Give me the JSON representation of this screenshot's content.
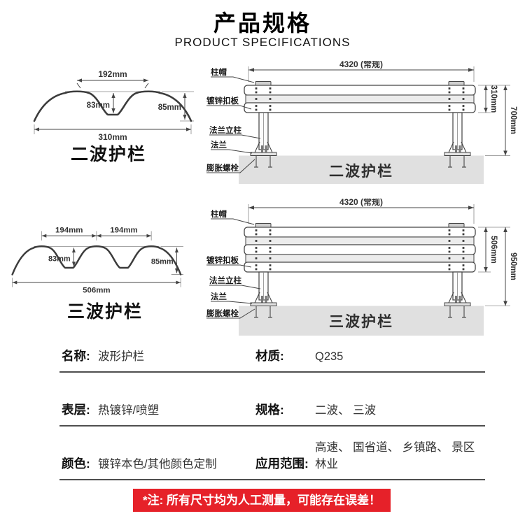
{
  "header": {
    "title": "产品规格",
    "subtitle": "PRODUCT SPECIFICATIONS"
  },
  "diagrams": {
    "two_wave": {
      "profile": {
        "label": "二波护栏",
        "dim_top": "192mm",
        "dim_inner": "83mm",
        "dim_outer": "85mm",
        "dim_total": "310mm"
      },
      "side": {
        "label": "二波护栏",
        "dim_length": "4320 (常规)",
        "dim_beam_height": "310mm",
        "dim_total_height": "700mm",
        "callout_post_cap": "柱帽",
        "callout_buckle_plate": "镀锌扣板",
        "callout_flange_post": "法兰立柱",
        "callout_flange": "法兰",
        "callout_expansion_bolt": "膨胀螺栓"
      }
    },
    "three_wave": {
      "profile": {
        "label": "三波护栏",
        "dim_top_left": "194mm",
        "dim_top_right": "194mm",
        "dim_inner": "83mm",
        "dim_outer": "85mm",
        "dim_total": "506mm"
      },
      "side": {
        "label": "三波护栏",
        "dim_length": "4320 (常规)",
        "dim_beam_height": "506mm",
        "dim_total_height": "950mm",
        "callout_post_cap": "柱帽",
        "callout_buckle_plate": "镀锌扣板",
        "callout_flange_post": "法兰立柱",
        "callout_flange": "法兰",
        "callout_expansion_bolt": "膨胀螺栓"
      }
    }
  },
  "spec_table": {
    "rows": [
      {
        "left_label": "名称:",
        "left_value": "波形护栏",
        "right_label": "材质:",
        "right_value": "Q235"
      },
      {
        "left_label": "表层:",
        "left_value": "热镀锌/喷塑",
        "right_label": "规格:",
        "right_value": "二波、 三波"
      },
      {
        "left_label": "颜色:",
        "left_value": "镀锌本色/其他颜色定制",
        "right_label": "应用范围:",
        "right_value": "高速、 国省道、 乡镇路、 景区林业"
      }
    ]
  },
  "note": {
    "text": "*注: 所有尺寸均为人工测量，可能存在误差！"
  },
  "colors": {
    "note_background": "#e62129",
    "note_text": "#ffffff",
    "diagram_line": "#444444",
    "concrete_gray": "#e0e0e0"
  }
}
